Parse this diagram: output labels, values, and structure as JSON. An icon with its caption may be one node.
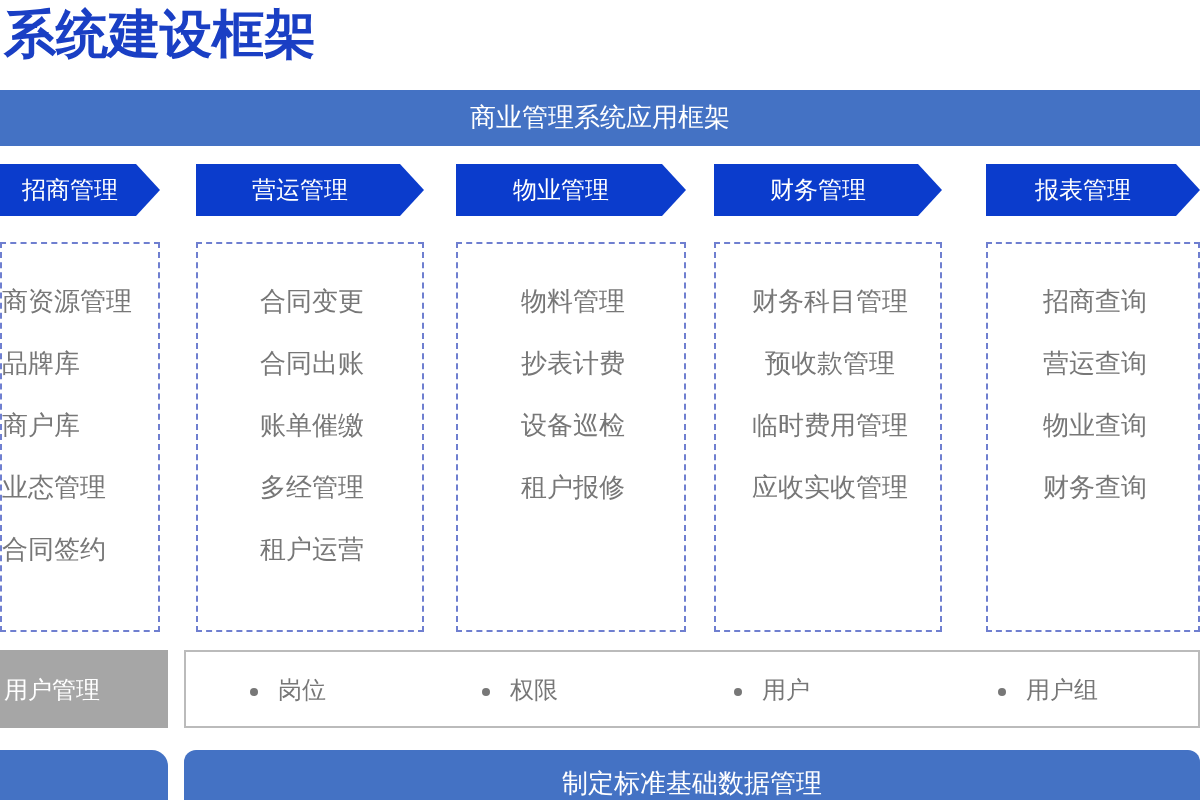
{
  "diagram": {
    "title": "系统建设框架",
    "nodes": [
      {
        "text": [
          "商业管理系统应用框架"
        ]
      },
      {
        "text": [
          "招商管理"
        ]
      },
      {
        "text": [
          "营运管理"
        ]
      },
      {
        "text": [
          "物业管理"
        ]
      },
      {
        "text": [
          "财务管理"
        ]
      },
      {
        "text": [
          "报表管理"
        ]
      },
      {
        "text": [
          "商资源管理",
          "品牌库",
          "商户库",
          "业态管理",
          "合同签约"
        ]
      },
      {
        "text": [
          "合同变更",
          "合同出账",
          "账单催缴",
          "多经管理",
          "租户运营"
        ]
      },
      {
        "text": [
          "物料管理",
          "抄表计费",
          "设备巡检",
          "租户报修"
        ]
      },
      {
        "text": [
          "财务科目管理",
          "预收款管理",
          "临时费用管理",
          "应收实收管理"
        ]
      },
      {
        "text": [
          "招商查询",
          "营运查询",
          "物业查询",
          "财务查询"
        ]
      },
      {
        "text": [
          "用户管理"
        ]
      },
      {
        "text": [
          "岗位",
          "权限",
          "用户",
          "用户组"
        ]
      },
      {
        "text": [],
        "shape": "box"
      },
      {
        "text": [
          "制定标准基础数据管理"
        ]
      }
    ]
  }
}
